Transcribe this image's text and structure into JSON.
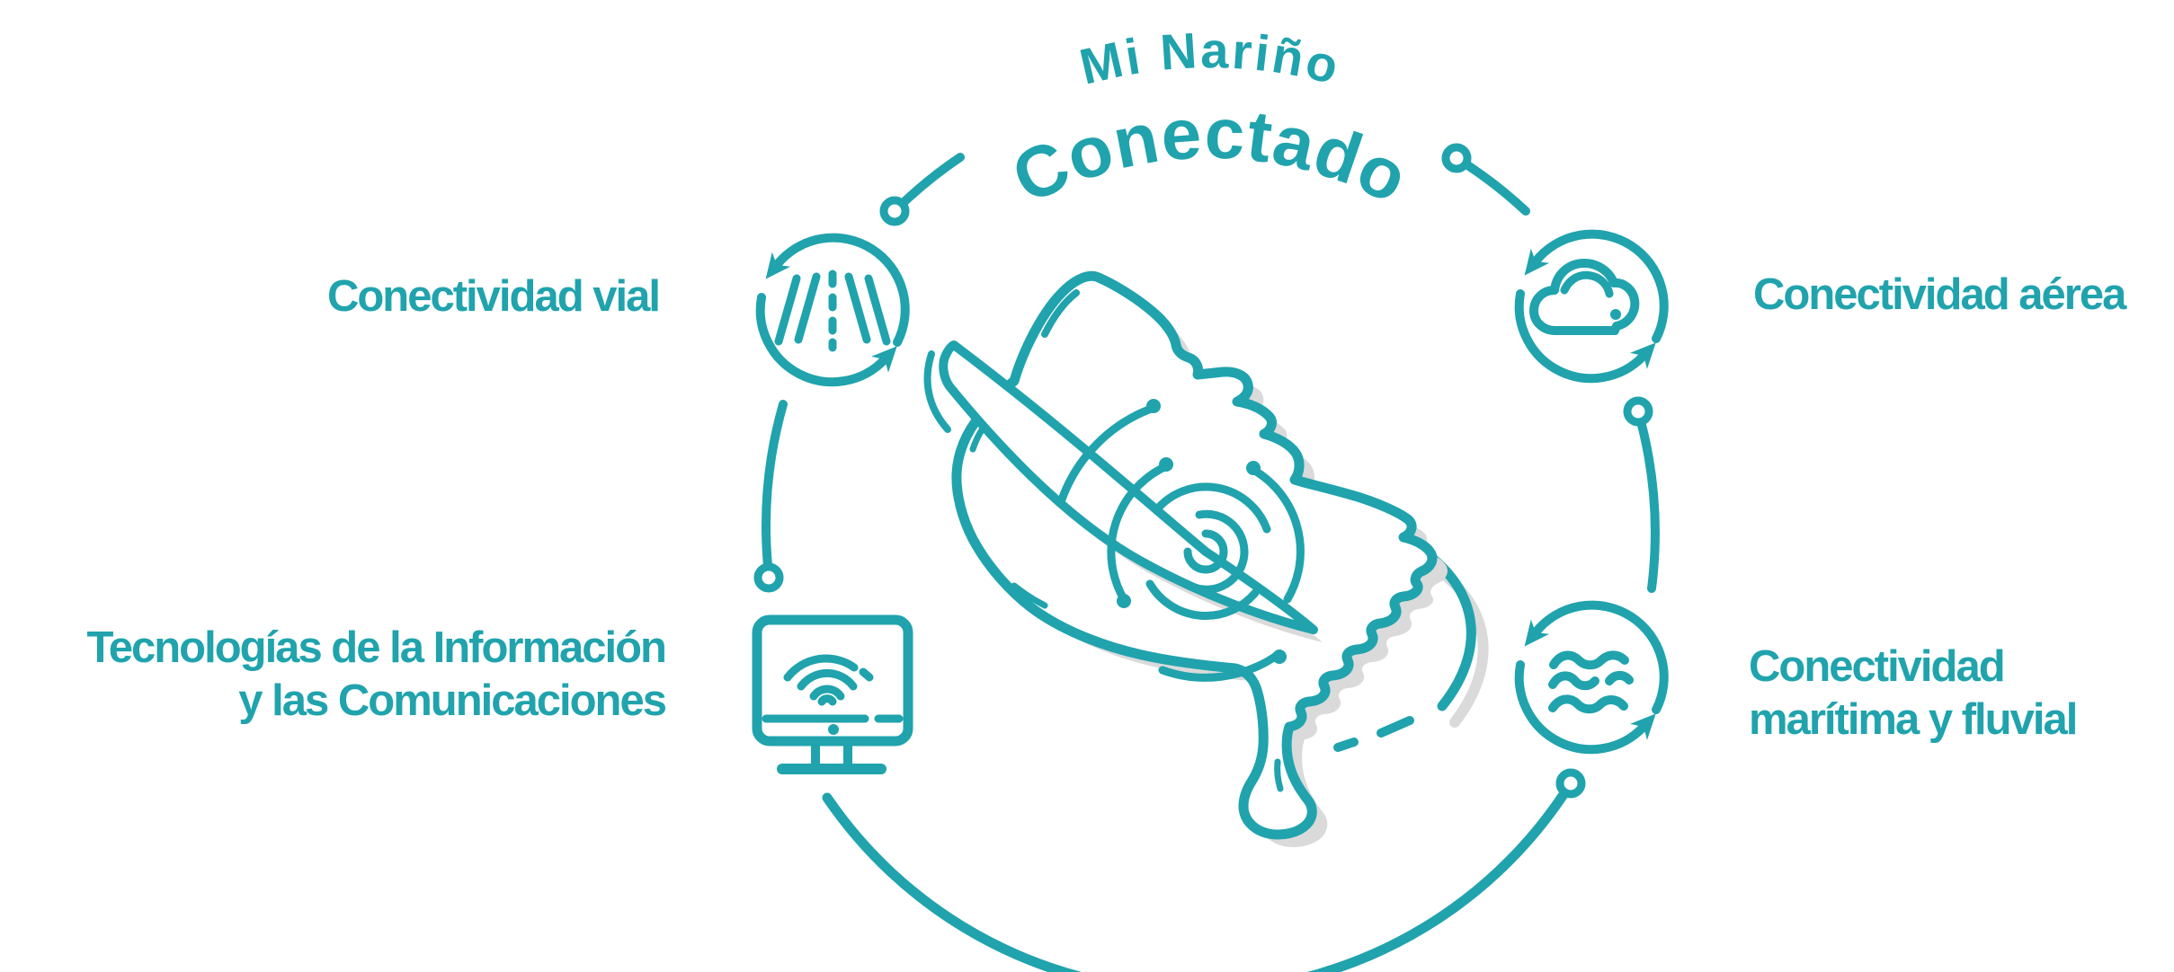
{
  "title": {
    "line1": "Mi Nariño",
    "line2": "Conectado"
  },
  "items": {
    "vial": {
      "label": "Conectividad vial",
      "icon": "road-icon"
    },
    "aerea": {
      "label": "Conectividad aérea",
      "icon": "cloud-icon"
    },
    "tic": {
      "line1": "Tecnologías de la Información",
      "line2": "y las Comunicaciones",
      "icon": "monitor-wifi-icon"
    },
    "maritima": {
      "line1": "Conectividad",
      "line2": "marítima y fluvial",
      "icon": "waves-icon"
    }
  },
  "center_illustration": "narino-department-map-with-orbit-ring-and-radar-signal",
  "colors": {
    "accent": "#20A3AD",
    "shadow": "#DADADA"
  }
}
